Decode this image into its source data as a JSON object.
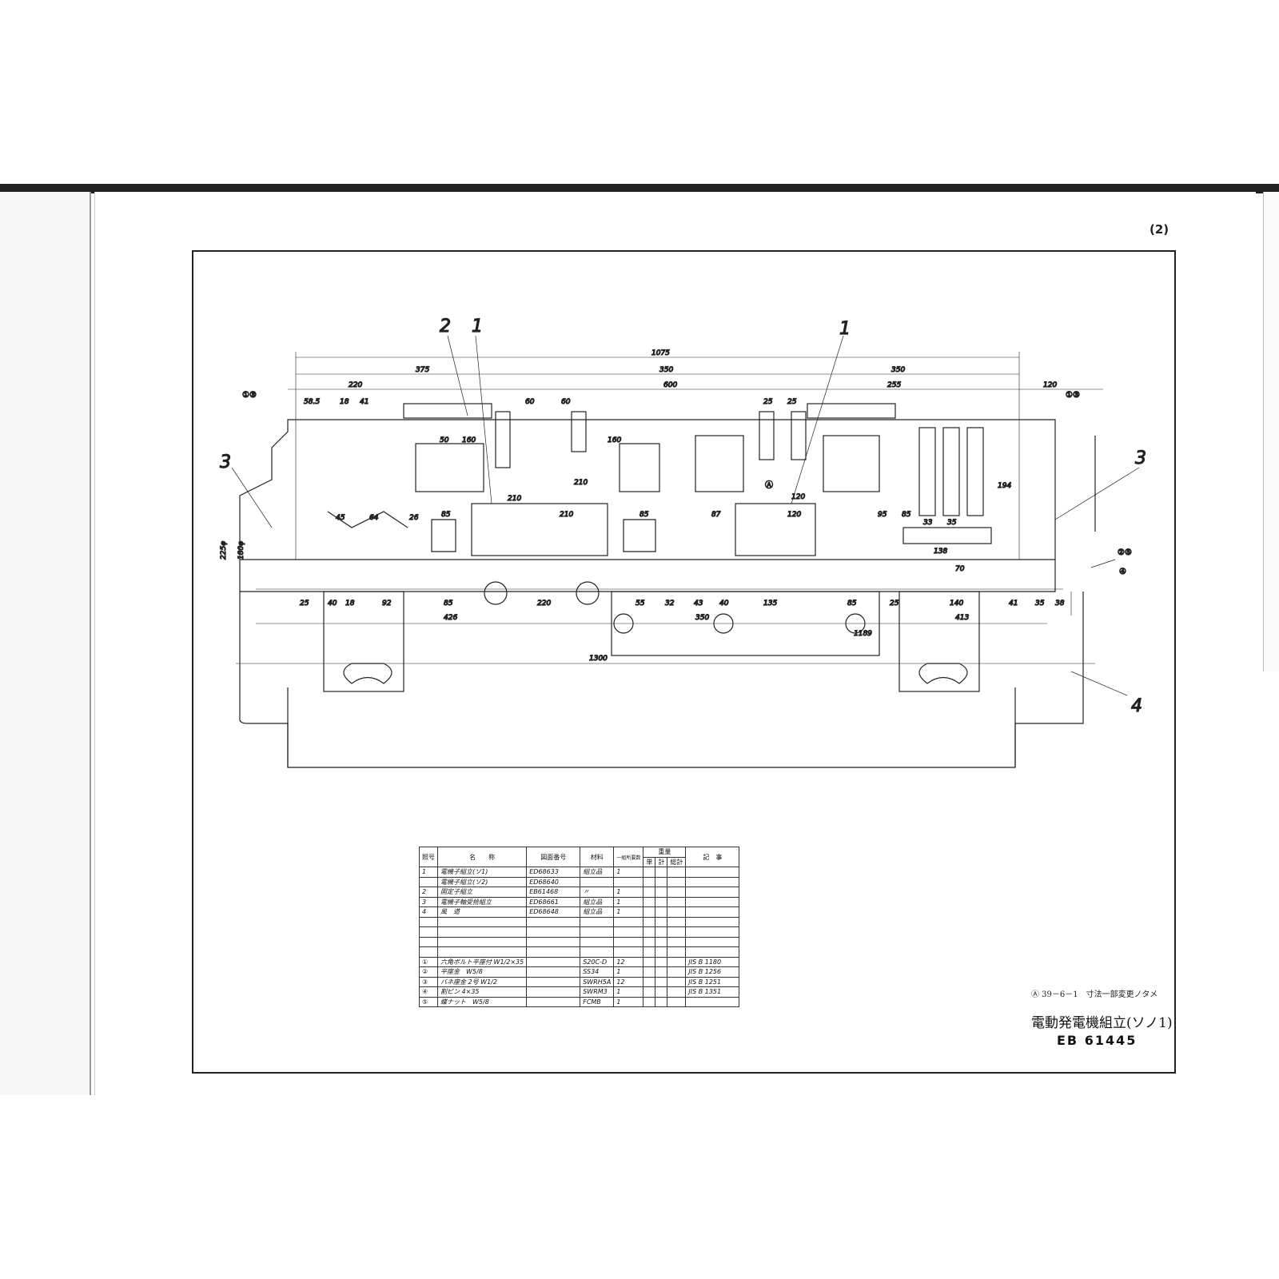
{
  "page_number": "(2)",
  "callouts": {
    "c2": "2",
    "c1a": "1",
    "c1b": "1",
    "c3a": "3",
    "c3b": "3",
    "c4": "4",
    "c13a": "①③",
    "c13b": "①③",
    "c25": "②⑤",
    "c4b": "④",
    "rev_mark": "Ⓐ"
  },
  "dimensions": {
    "d1075": "1075",
    "d375": "375",
    "d350a": "350",
    "d350b": "350",
    "d220": "220",
    "d600": "600",
    "d255": "255",
    "d120a": "120",
    "d585": "58.5",
    "d18": "18",
    "d41": "41",
    "d60a": "60",
    "d60b": "60",
    "d25a": "25",
    "d25b": "25",
    "d50": "50",
    "d160a": "160",
    "d160b": "160",
    "d210a": "210",
    "d210b": "210",
    "d210c": "210",
    "d120b": "120",
    "d120c": "120",
    "d85a": "85",
    "d85b": "85",
    "d87": "87",
    "d95": "95",
    "d85c": "85",
    "d45": "45",
    "d64": "64",
    "d26": "26",
    "d194": "194",
    "d138": "138",
    "d70": "70",
    "d33a": "33",
    "d35": "35",
    "b25": "25",
    "b40": "40",
    "b18": "18",
    "b92": "92",
    "b85": "85",
    "b220": "220",
    "b55": "55",
    "b32": "32",
    "b43": "43",
    "b40b": "40",
    "b135": "135",
    "b85b": "85",
    "b25b": "25",
    "b140": "140",
    "b41": "41",
    "b35": "35",
    "b38": "38",
    "d426": "426",
    "d350c": "350",
    "d413": "413",
    "d1189": "1189",
    "d1300": "1300",
    "d225": "225φ",
    "d180": "180φ"
  },
  "parts_table": {
    "headers": {
      "no": "照号",
      "name": "名　　称",
      "drawing": "図面番号",
      "material": "材料",
      "qty": "一組所要数",
      "weight": "重量",
      "unit": "単",
      "total": "計",
      "grand": "総計",
      "remarks": "記　事"
    },
    "rows": [
      {
        "no": "1",
        "name": "電機子組立(ソ1)",
        "drawing": "ED68633",
        "material": "組立品",
        "qty": "1"
      },
      {
        "no": "",
        "name": "電機子組立(ソ2)",
        "drawing": "ED68640",
        "material": "",
        "qty": ""
      },
      {
        "no": "2",
        "name": "固定子組立",
        "drawing": "EB61468",
        "material": "〃",
        "qty": "1"
      },
      {
        "no": "3",
        "name": "電機子軸受拾組立",
        "drawing": "ED68661",
        "material": "組立品",
        "qty": "1"
      },
      {
        "no": "4",
        "name": "風　道",
        "drawing": "ED68648",
        "material": "組立品",
        "qty": "1"
      }
    ],
    "fasteners": [
      {
        "no": "①",
        "name": "六角ボルト平座付 W1/2×35",
        "material": "S20C-D",
        "qty": "12",
        "remarks": "JIS B 1180"
      },
      {
        "no": "②",
        "name": "平座金　W5/8",
        "material": "SS34",
        "qty": "1",
        "remarks": "JIS B 1256"
      },
      {
        "no": "③",
        "name": "バネ座金 2号 W1/2",
        "material": "SWRH5A",
        "qty": "12",
        "remarks": "JIS B 1251"
      },
      {
        "no": "④",
        "name": "割ピン 4×35",
        "material": "SWRM3",
        "qty": "1",
        "remarks": "JIS B 1351"
      },
      {
        "no": "⑤",
        "name": "蝶ナット　W5/8",
        "material": "FCMB",
        "qty": "1",
        "remarks": ""
      }
    ]
  },
  "revision_note": "Ⓐ 39－6－1　寸法一部変更ノタメ",
  "title": "電動発電機組立(ソノ1)",
  "drawing_number": "EB 61445"
}
